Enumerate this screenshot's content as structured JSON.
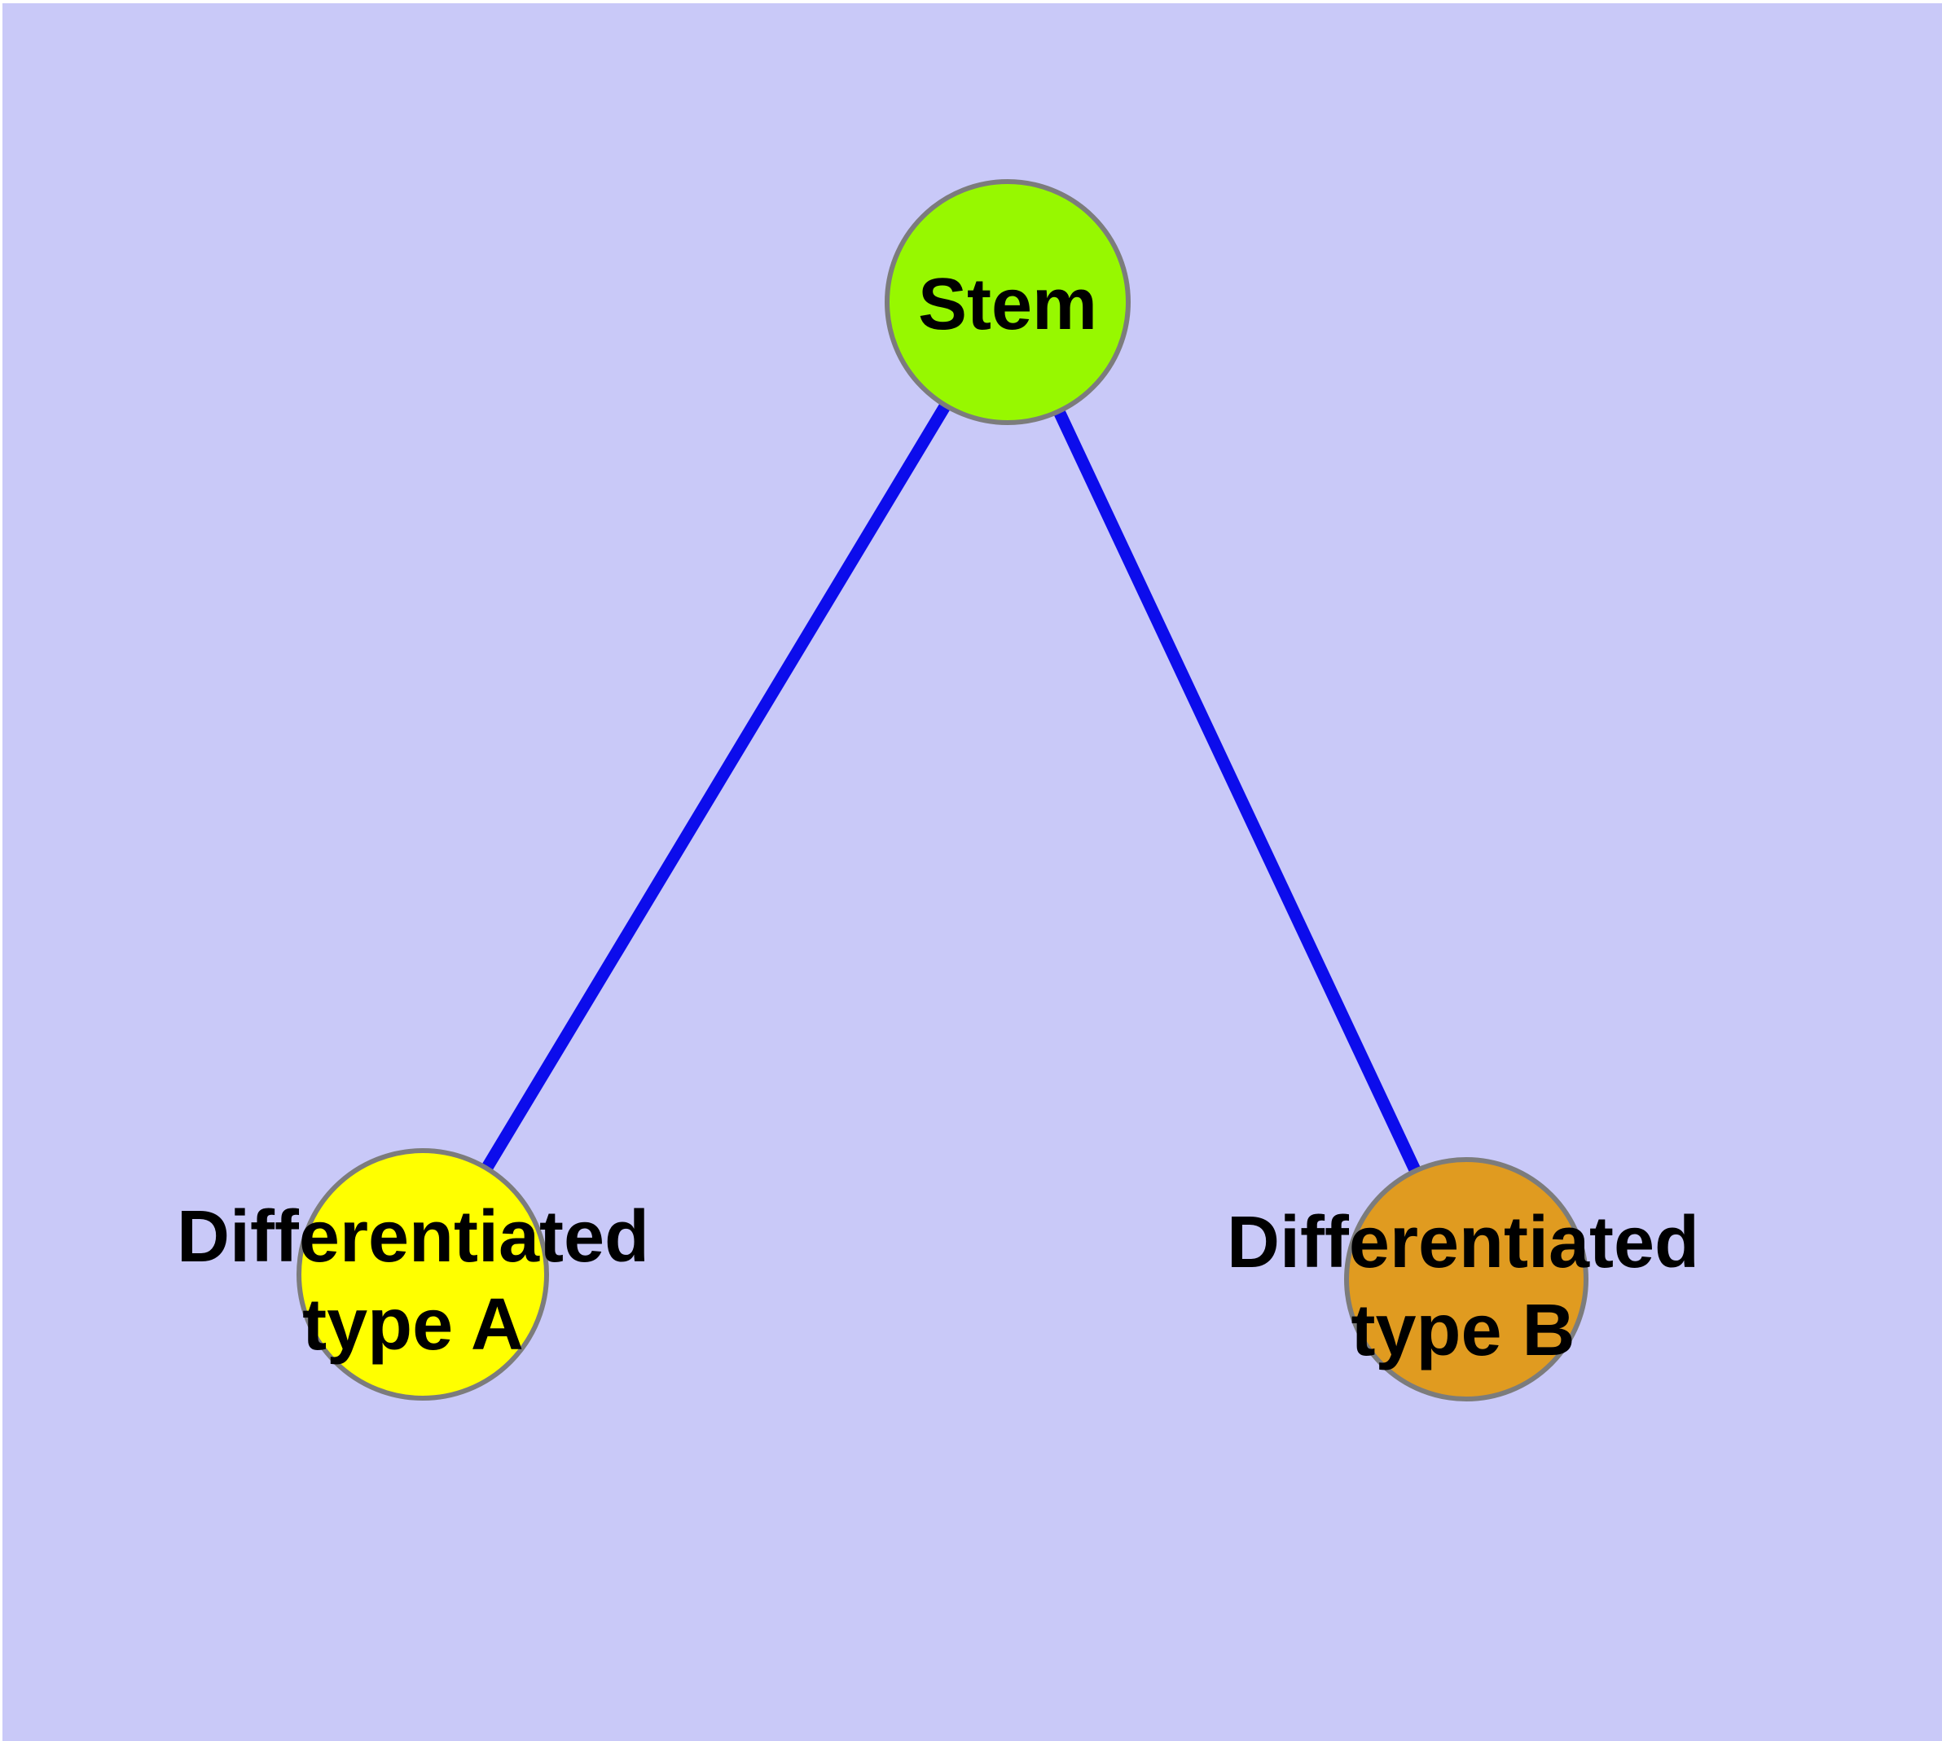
{
  "figure": {
    "margin_color": "#ffffff",
    "background_color": "#c9c9f8"
  },
  "graph": {
    "edge_color": "#0c0cec",
    "node_border_color": "#7c7c7c",
    "label_color": "#000000",
    "nodes": {
      "stem": {
        "label": "Stem",
        "fill": "#97f800"
      },
      "type_a": {
        "label_line1": "Differentiated",
        "label_line2": "type A",
        "fill": "#ffff00"
      },
      "type_b": {
        "label_line1": "Differentiated",
        "label_line2": "type B",
        "fill": "#e09b20"
      }
    },
    "edges": [
      {
        "from": "Stem",
        "to": "Differentiated type A"
      },
      {
        "from": "Stem",
        "to": "Differentiated type B"
      }
    ]
  }
}
